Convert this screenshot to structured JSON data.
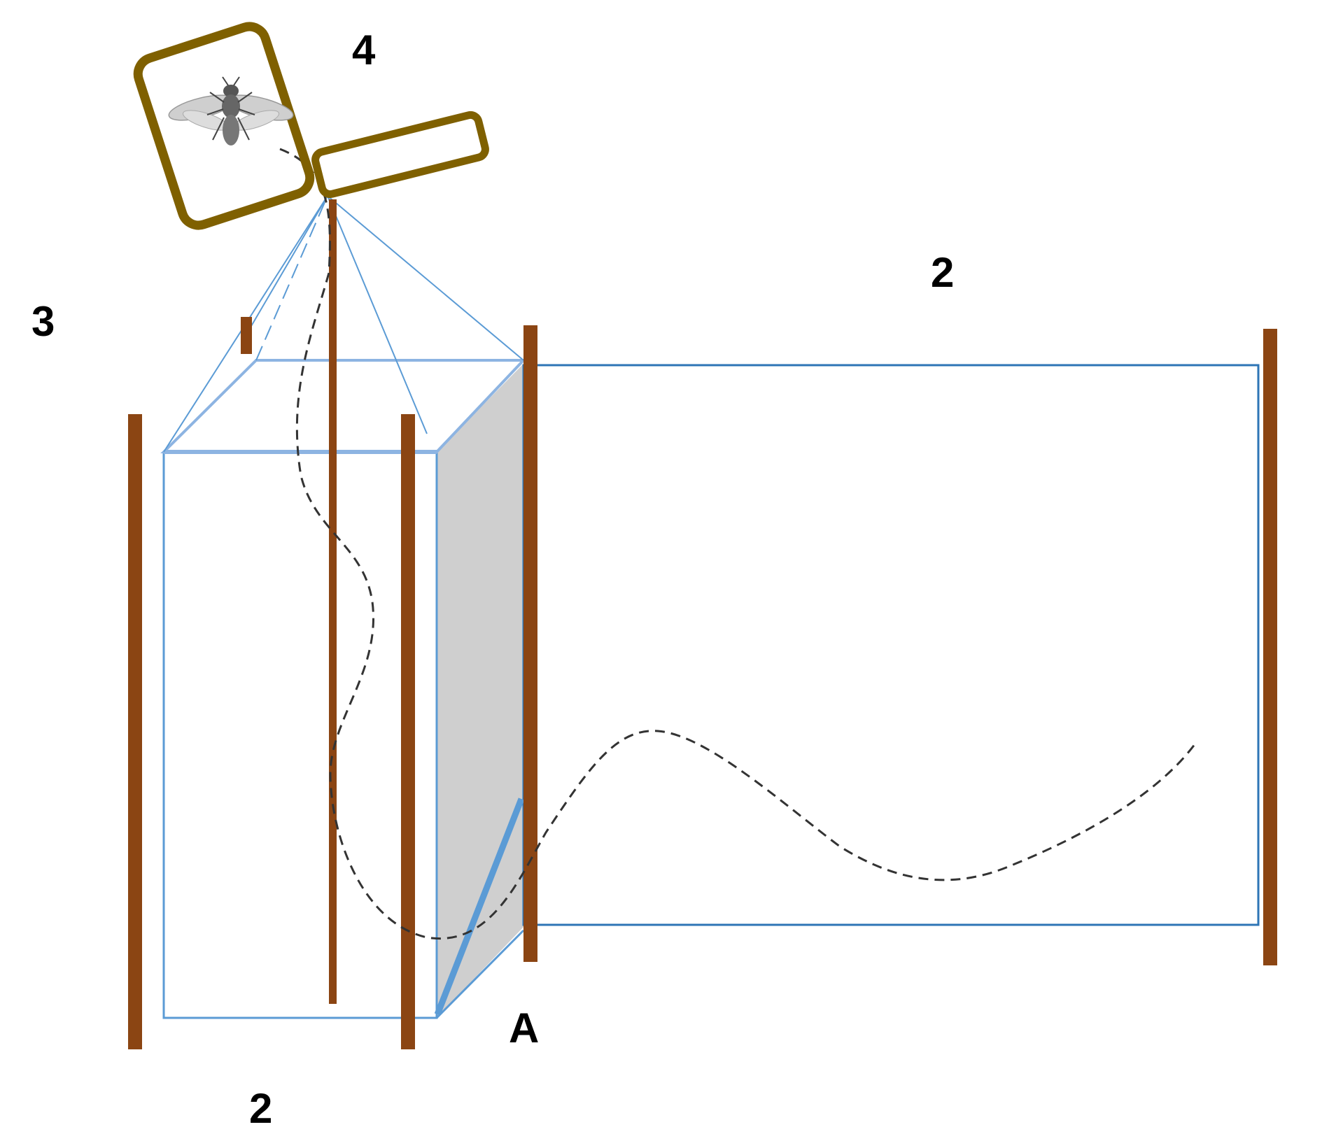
{
  "labels": {
    "top_number": "4",
    "right_number": "2",
    "left_number": "3",
    "bottom_number": "2",
    "corner_letter": "A"
  },
  "colors": {
    "pole": "#8B4513",
    "net_outline": "#2E75B6",
    "net_light": "#5B9BD5",
    "shaded_panel": "#CFCFCF",
    "cage_frame": "#7F6000",
    "flight_path": "#333333",
    "text": "#000000"
  },
  "icons": {
    "insect": "fly-icon"
  }
}
